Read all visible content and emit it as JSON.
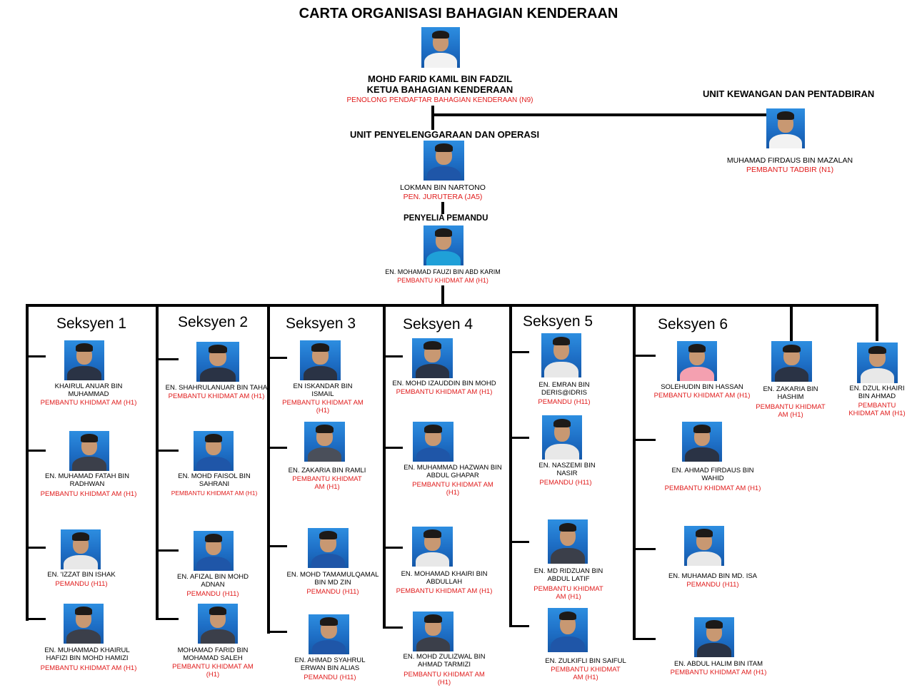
{
  "title": "CARTA ORGANISASI BAHAGIAN KENDERAAN",
  "head": {
    "name": "MOHD FARID KAMIL BIN FADZIL",
    "position": "KETUA BAHAGIAN KENDERAAN",
    "role": "PENOLONG PENDAFTAR BAHAGIAN KENDERAAN (N9)"
  },
  "finance_unit": {
    "heading": "UNIT KEWANGAN DAN PENTADBIRAN",
    "name": "MUHAMAD FIRDAUS BIN MAZALAN",
    "role": "PEMBANTU TADBIR (N1)"
  },
  "maintenance_unit": {
    "heading": "UNIT PENYELENGGARAAN DAN OPERASI",
    "name": "LOKMAN BIN NARTONO",
    "role": "PEN. JURUTERA (JA5)"
  },
  "supervisor": {
    "heading": "PENYELIA PEMANDU",
    "name": "EN. MOHAMAD FAUZI BIN ABD KARIM",
    "role": "PEMBANTU KHIDMAT AM (H1)"
  },
  "sections": [
    {
      "label": "Seksyen 1",
      "members": [
        {
          "name": "KHAIRUL ANUAR BIN MUHAMMAD",
          "role": "PEMBANTU KHIDMAT AM (H1)"
        },
        {
          "name": "EN. MUHAMAD FATAH BIN RADHWAN",
          "role": "PEMBANTU KHIDMAT AM (H1)"
        },
        {
          "name": "EN. 'IZZAT BIN ISHAK",
          "role": "PEMANDU (H11)"
        },
        {
          "name": "EN. MUHAMMAD KHAIRUL HAFIZI BIN MOHD HAMIZI",
          "role": "PEMBANTU KHIDMAT AM (H1)"
        }
      ]
    },
    {
      "label": "Seksyen 2",
      "members": [
        {
          "name": "EN. SHAHRULANUAR BIN TAHA",
          "role": "PEMBANTU KHIDMAT AM (H1)"
        },
        {
          "name": "EN. MOHD FAISOL BIN SAHRANI",
          "role": "PEMBANTU KHIDMAT AM (H1)"
        },
        {
          "name": "EN. AFIZAL BIN MOHD ADNAN",
          "role": "PEMANDU (H11)"
        },
        {
          "name": "MOHAMAD FARID BIN MOHAMAD SALEH",
          "role": "PEMBANTU KHIDMAT AM (H1)"
        }
      ]
    },
    {
      "label": "Seksyen 3",
      "members": [
        {
          "name": "EN ISKANDAR BIN ISMAIL",
          "role": "PEMBANTU KHIDMAT AM (H1)"
        },
        {
          "name": "EN. ZAKARIA BIN RAMLI",
          "role": "PEMBANTU KHIDMAT AM (H1)"
        },
        {
          "name": "EN. MOHD TAMAMULQAMAL BIN MD ZIN",
          "role": "PEMANDU (H11)"
        },
        {
          "name": "EN. AHMAD SYAHRUL ERWAN BIN ALIAS",
          "role": "PEMANDU (H11)"
        }
      ]
    },
    {
      "label": "Seksyen 4",
      "members": [
        {
          "name": "EN. MOHD IZAUDDIN BIN MOHD",
          "role": "PEMBANTU KHIDMAT AM (H1)"
        },
        {
          "name": "EN. MUHAMMAD HAZWAN BIN ABDUL GHAPAR",
          "role": "PEMBANTU KHIDMAT AM (H1)"
        },
        {
          "name": "EN. MOHAMAD KHAIRI BIN ABDULLAH",
          "role": "PEMBANTU KHIDMAT AM (H1)"
        },
        {
          "name": "EN. MOHD ZULIZWAL BIN AHMAD TARMIZI",
          "role": "PEMBANTU KHIDMAT AM (H1)"
        }
      ]
    },
    {
      "label": "Seksyen 5",
      "members": [
        {
          "name": "EN. EMRAN BIN DERIS@IDRIS",
          "role": "PEMANDU (H11)"
        },
        {
          "name": "EN. NASZEMI BIN NASIR",
          "role": "PEMANDU (H11)"
        },
        {
          "name": "EN. MD RIDZUAN BIN ABDUL LATIF",
          "role": "PEMBANTU KHIDMAT AM (H1)"
        },
        {
          "name": "EN. ZULKIFLI BIN SAIFUL",
          "role": "PEMBANTU KHIDMAT AM (H1)"
        }
      ]
    },
    {
      "label": "Seksyen 6",
      "members": [
        {
          "name": "SOLEHUDIN BIN HASSAN",
          "role": "PEMBANTU KHIDMAT AM (H1)"
        },
        {
          "name": "EN. AHMAD FIRDAUS BIN WAHID",
          "role": "PEMBANTU KHIDMAT AM (H1)"
        },
        {
          "name": "EN. MUHAMAD BIN MD. ISA",
          "role": "PEMANDU (H11)"
        },
        {
          "name": "EN. ABDUL HALIM BIN ITAM",
          "role": "PEMBANTU KHIDMAT AM (H1)"
        }
      ]
    }
  ],
  "extra_members": [
    {
      "name": "EN. ZAKARIA BIN HASHIM",
      "role": "PEMBANTU KHIDMAT AM (H1)"
    },
    {
      "name": "EN. DZUL KHAIRI BIN AHMAD",
      "role": "PEMBANTU KHIDMAT AM (H1)"
    }
  ]
}
